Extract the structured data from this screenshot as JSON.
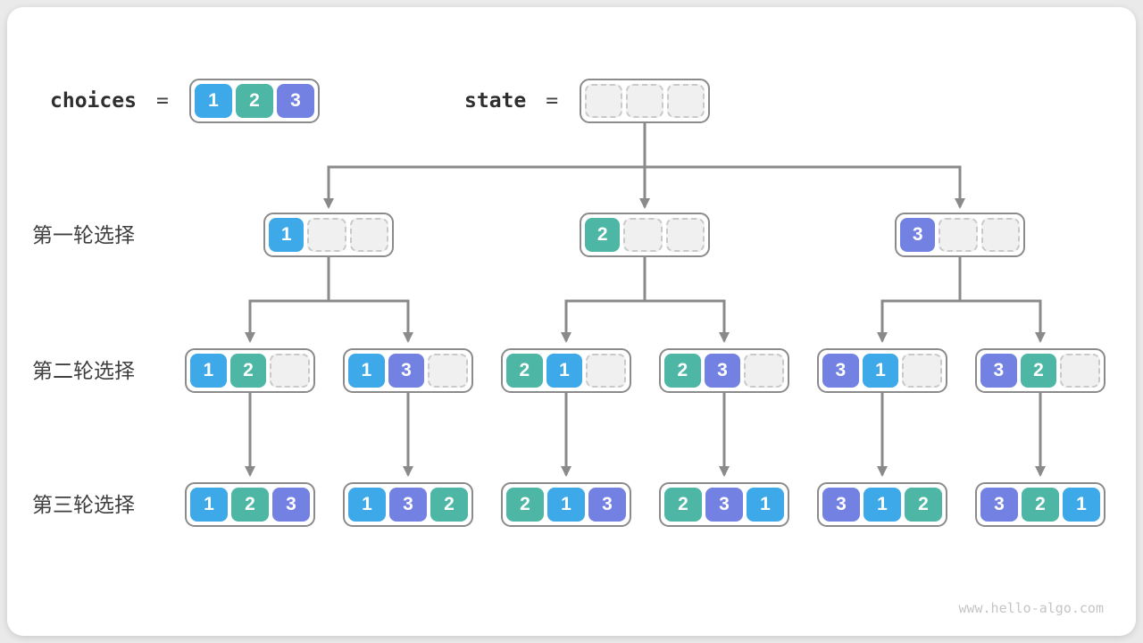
{
  "header": {
    "choices": {
      "label": "choices",
      "equals": "=",
      "values": [
        "1",
        "2",
        "3"
      ]
    },
    "state": {
      "label": "state",
      "equals": "=",
      "values": [
        null,
        null,
        null
      ]
    }
  },
  "rows": [
    {
      "label": "第一轮选择",
      "nodes": [
        [
          "1",
          null,
          null
        ],
        [
          "2",
          null,
          null
        ],
        [
          "3",
          null,
          null
        ]
      ]
    },
    {
      "label": "第二轮选择",
      "nodes": [
        [
          "1",
          "2",
          null
        ],
        [
          "1",
          "3",
          null
        ],
        [
          "2",
          "1",
          null
        ],
        [
          "2",
          "3",
          null
        ],
        [
          "3",
          "1",
          null
        ],
        [
          "3",
          "2",
          null
        ]
      ]
    },
    {
      "label": "第三轮选择",
      "nodes": [
        [
          "1",
          "2",
          "3"
        ],
        [
          "1",
          "3",
          "2"
        ],
        [
          "2",
          "1",
          "3"
        ],
        [
          "2",
          "3",
          "1"
        ],
        [
          "3",
          "1",
          "2"
        ],
        [
          "3",
          "2",
          "1"
        ]
      ]
    }
  ],
  "watermark": "www.hello-algo.com",
  "colors": {
    "value_colors": {
      "1": "#3da9e9",
      "2": "#4db6a4",
      "3": "#7381e2"
    },
    "empty_fill": "#f0f0f0",
    "empty_border": "#c9c9c9",
    "node_border": "#8b8b8b",
    "connector": "#8a8a8a",
    "label_text": "#3f3f3f"
  }
}
